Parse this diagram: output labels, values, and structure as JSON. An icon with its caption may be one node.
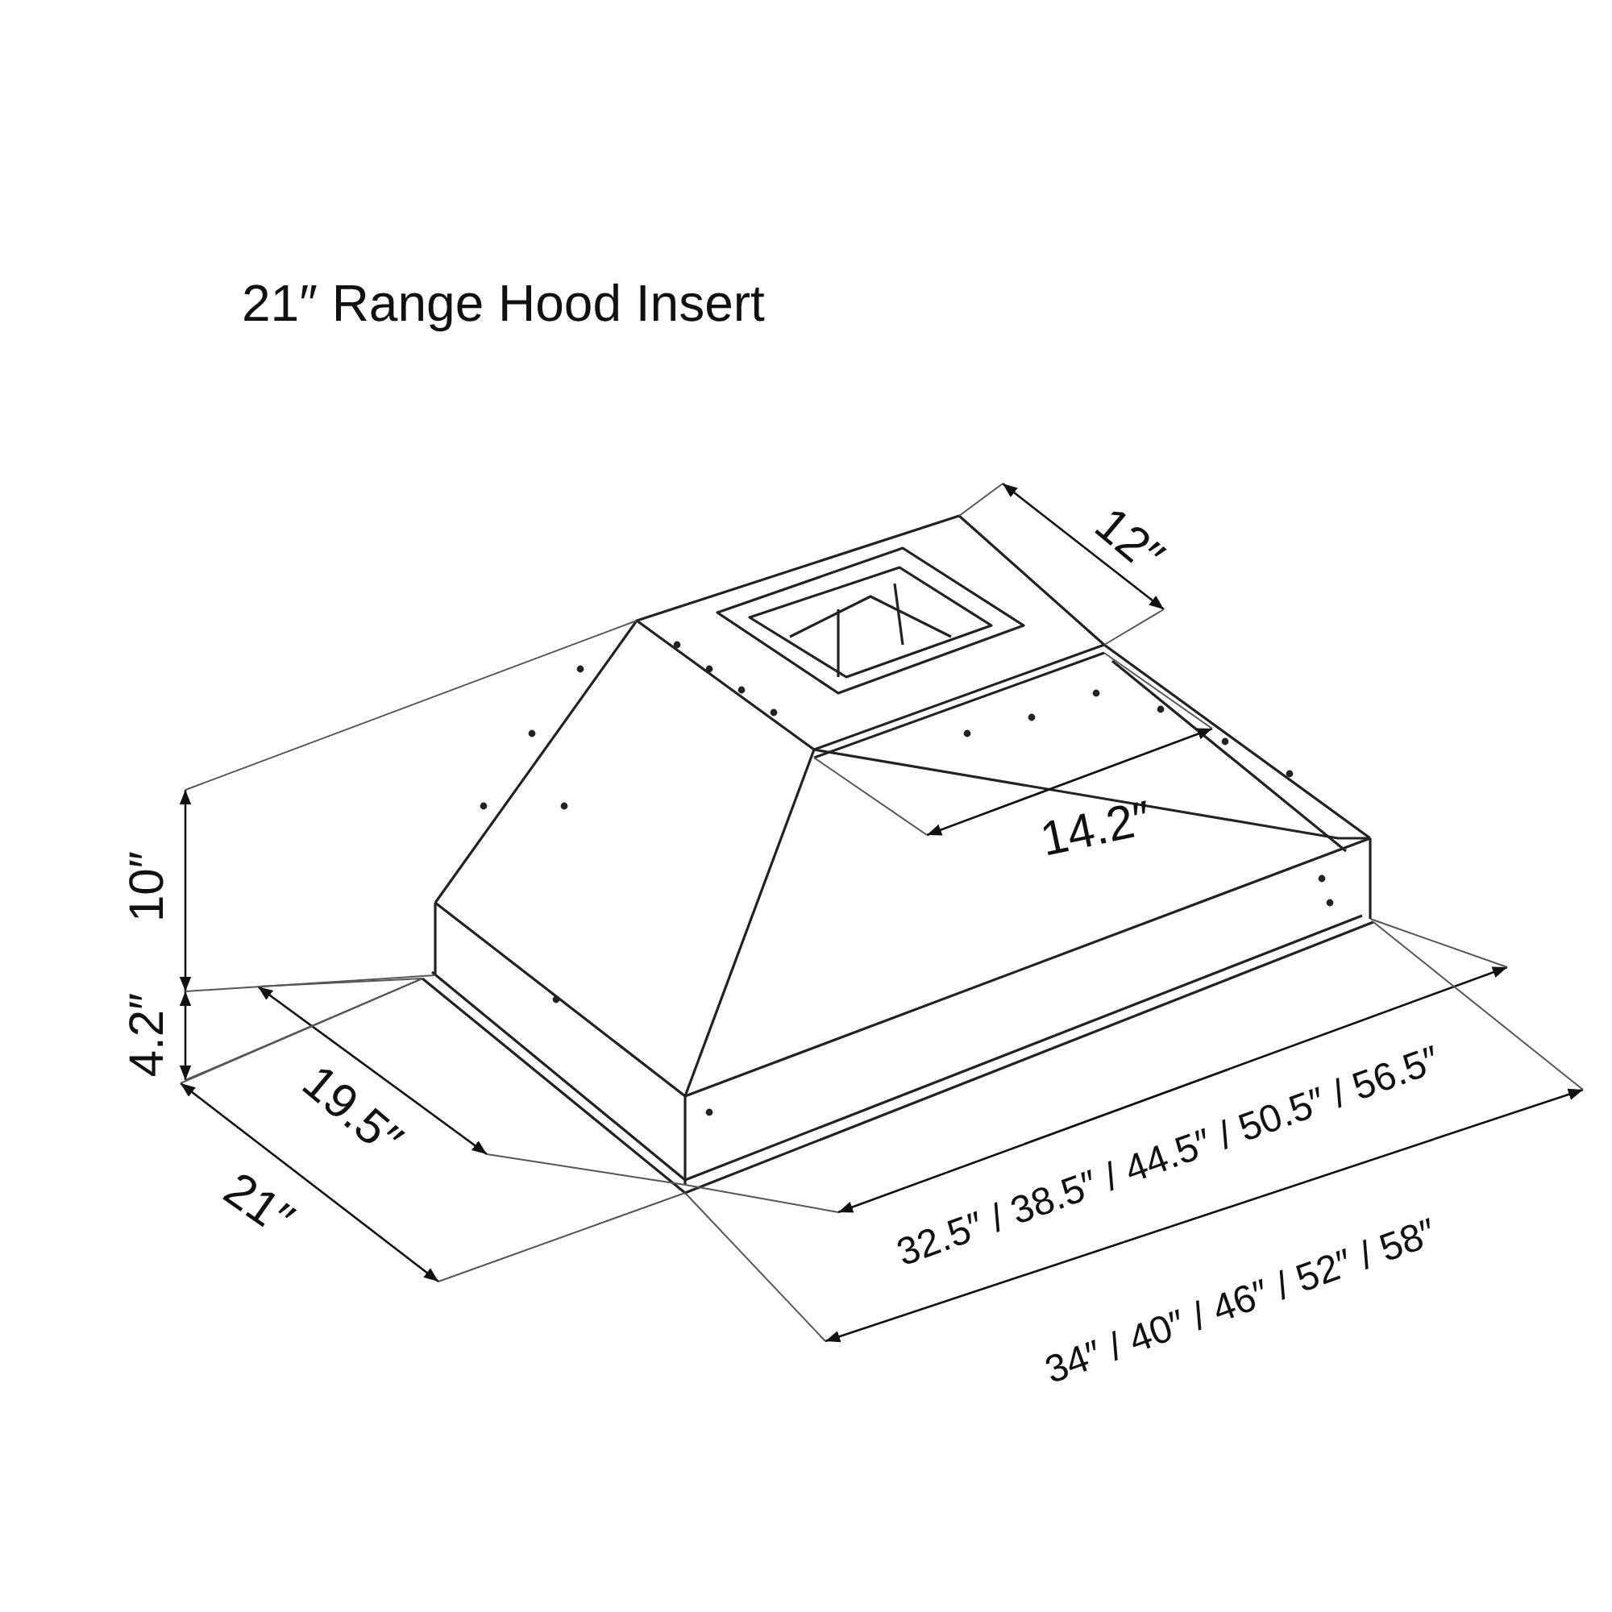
{
  "diagram": {
    "title": "21″ Range Hood Insert",
    "labels": [
      "12″",
      "14.2″",
      "10″",
      "4.2″",
      "19.5″",
      "21″",
      "32.5″ / 38.5″ / 44.5″ / 50.5″ / 56.5″",
      "34″ / 40″ / 46″ / 52″ / 58″"
    ]
  }
}
